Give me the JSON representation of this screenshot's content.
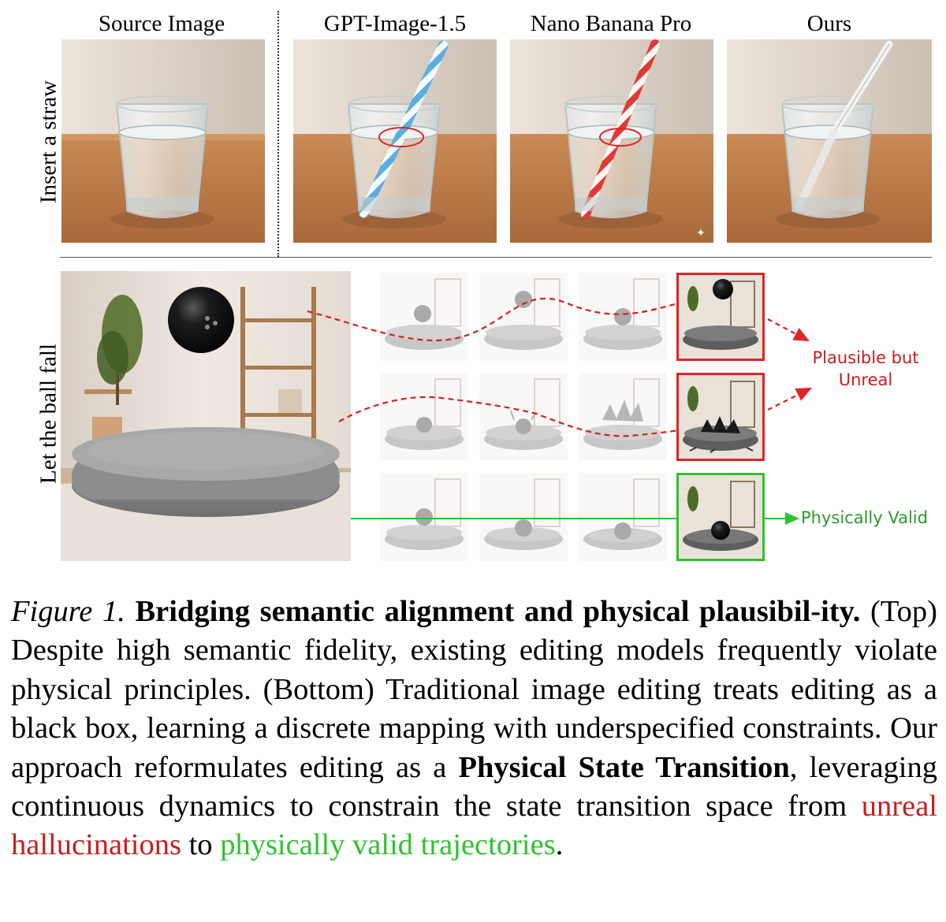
{
  "figure": {
    "columns": [
      "Source Image",
      "GPT-Image-1.5",
      "Nano Banana Pro",
      "Ours"
    ],
    "rows": [
      "Insert a straw",
      "Let the ball fall"
    ],
    "annotations": {
      "plausible_unreal": [
        "Plausible but",
        "Unreal"
      ],
      "physically_valid": "Physically Valid"
    },
    "colors": {
      "unreal": "#c81e1e",
      "valid": "#2fc22f"
    }
  },
  "caption": {
    "label": "Figure 1.",
    "title": "Bridging semantic alignment and physical plausibil-ity.",
    "part1": " (Top) Despite high semantic fidelity, existing editing models frequently violate physical principles. (Bottom) Traditional image editing treats editing as a black box, learning a discrete mapping with underspecified constraints. Our approach reformulates editing as a ",
    "bold_term": "Physical State Transition",
    "part2": ", leveraging continuous dynamics to constrain the state transition space from ",
    "red_text": "unreal hallucinations",
    "part3": " to ",
    "green_text": "physically valid trajectories",
    "part4": "."
  }
}
